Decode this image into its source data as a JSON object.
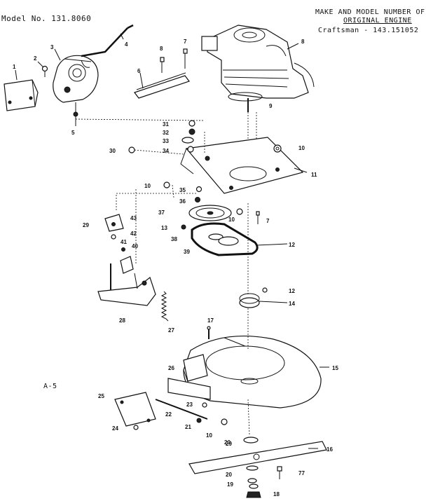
{
  "header": {
    "model_label": "Model No. 131.8060",
    "engine_title_line1": "MAKE AND MODEL NUMBER OF",
    "engine_title_line2": "ORIGINAL ENGINE",
    "engine_model": "Craftsman - 143.151052"
  },
  "figure_label": "A-5",
  "callouts": [
    "1",
    "2",
    "3",
    "4",
    "5",
    "6",
    "7",
    "8",
    "9",
    "10",
    "11",
    "12",
    "13",
    "14",
    "15",
    "16",
    "17",
    "18",
    "19",
    "20",
    "21",
    "22",
    "23",
    "24",
    "25",
    "26",
    "27",
    "28",
    "29",
    "30",
    "31",
    "32",
    "33",
    "34",
    "35",
    "36",
    "37",
    "38",
    "39",
    "40",
    "41",
    "42",
    "43"
  ]
}
